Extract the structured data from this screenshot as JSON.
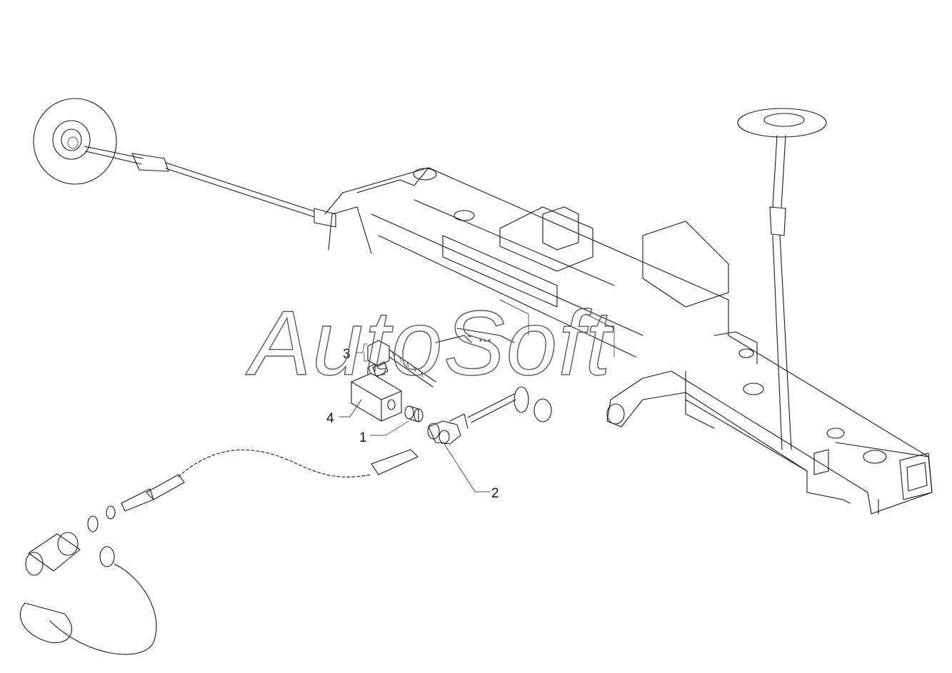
{
  "watermark": {
    "text": "AutoSoft",
    "color": "#5a5a5a"
  },
  "callouts": [
    {
      "id": "1",
      "label": "1"
    },
    {
      "id": "2",
      "label": "2"
    },
    {
      "id": "3",
      "label": "3"
    },
    {
      "id": "4",
      "label": "4"
    }
  ],
  "colors": {
    "line": "#1a1a1a",
    "background": "#ffffff",
    "highlight": "#3a5bd8"
  }
}
